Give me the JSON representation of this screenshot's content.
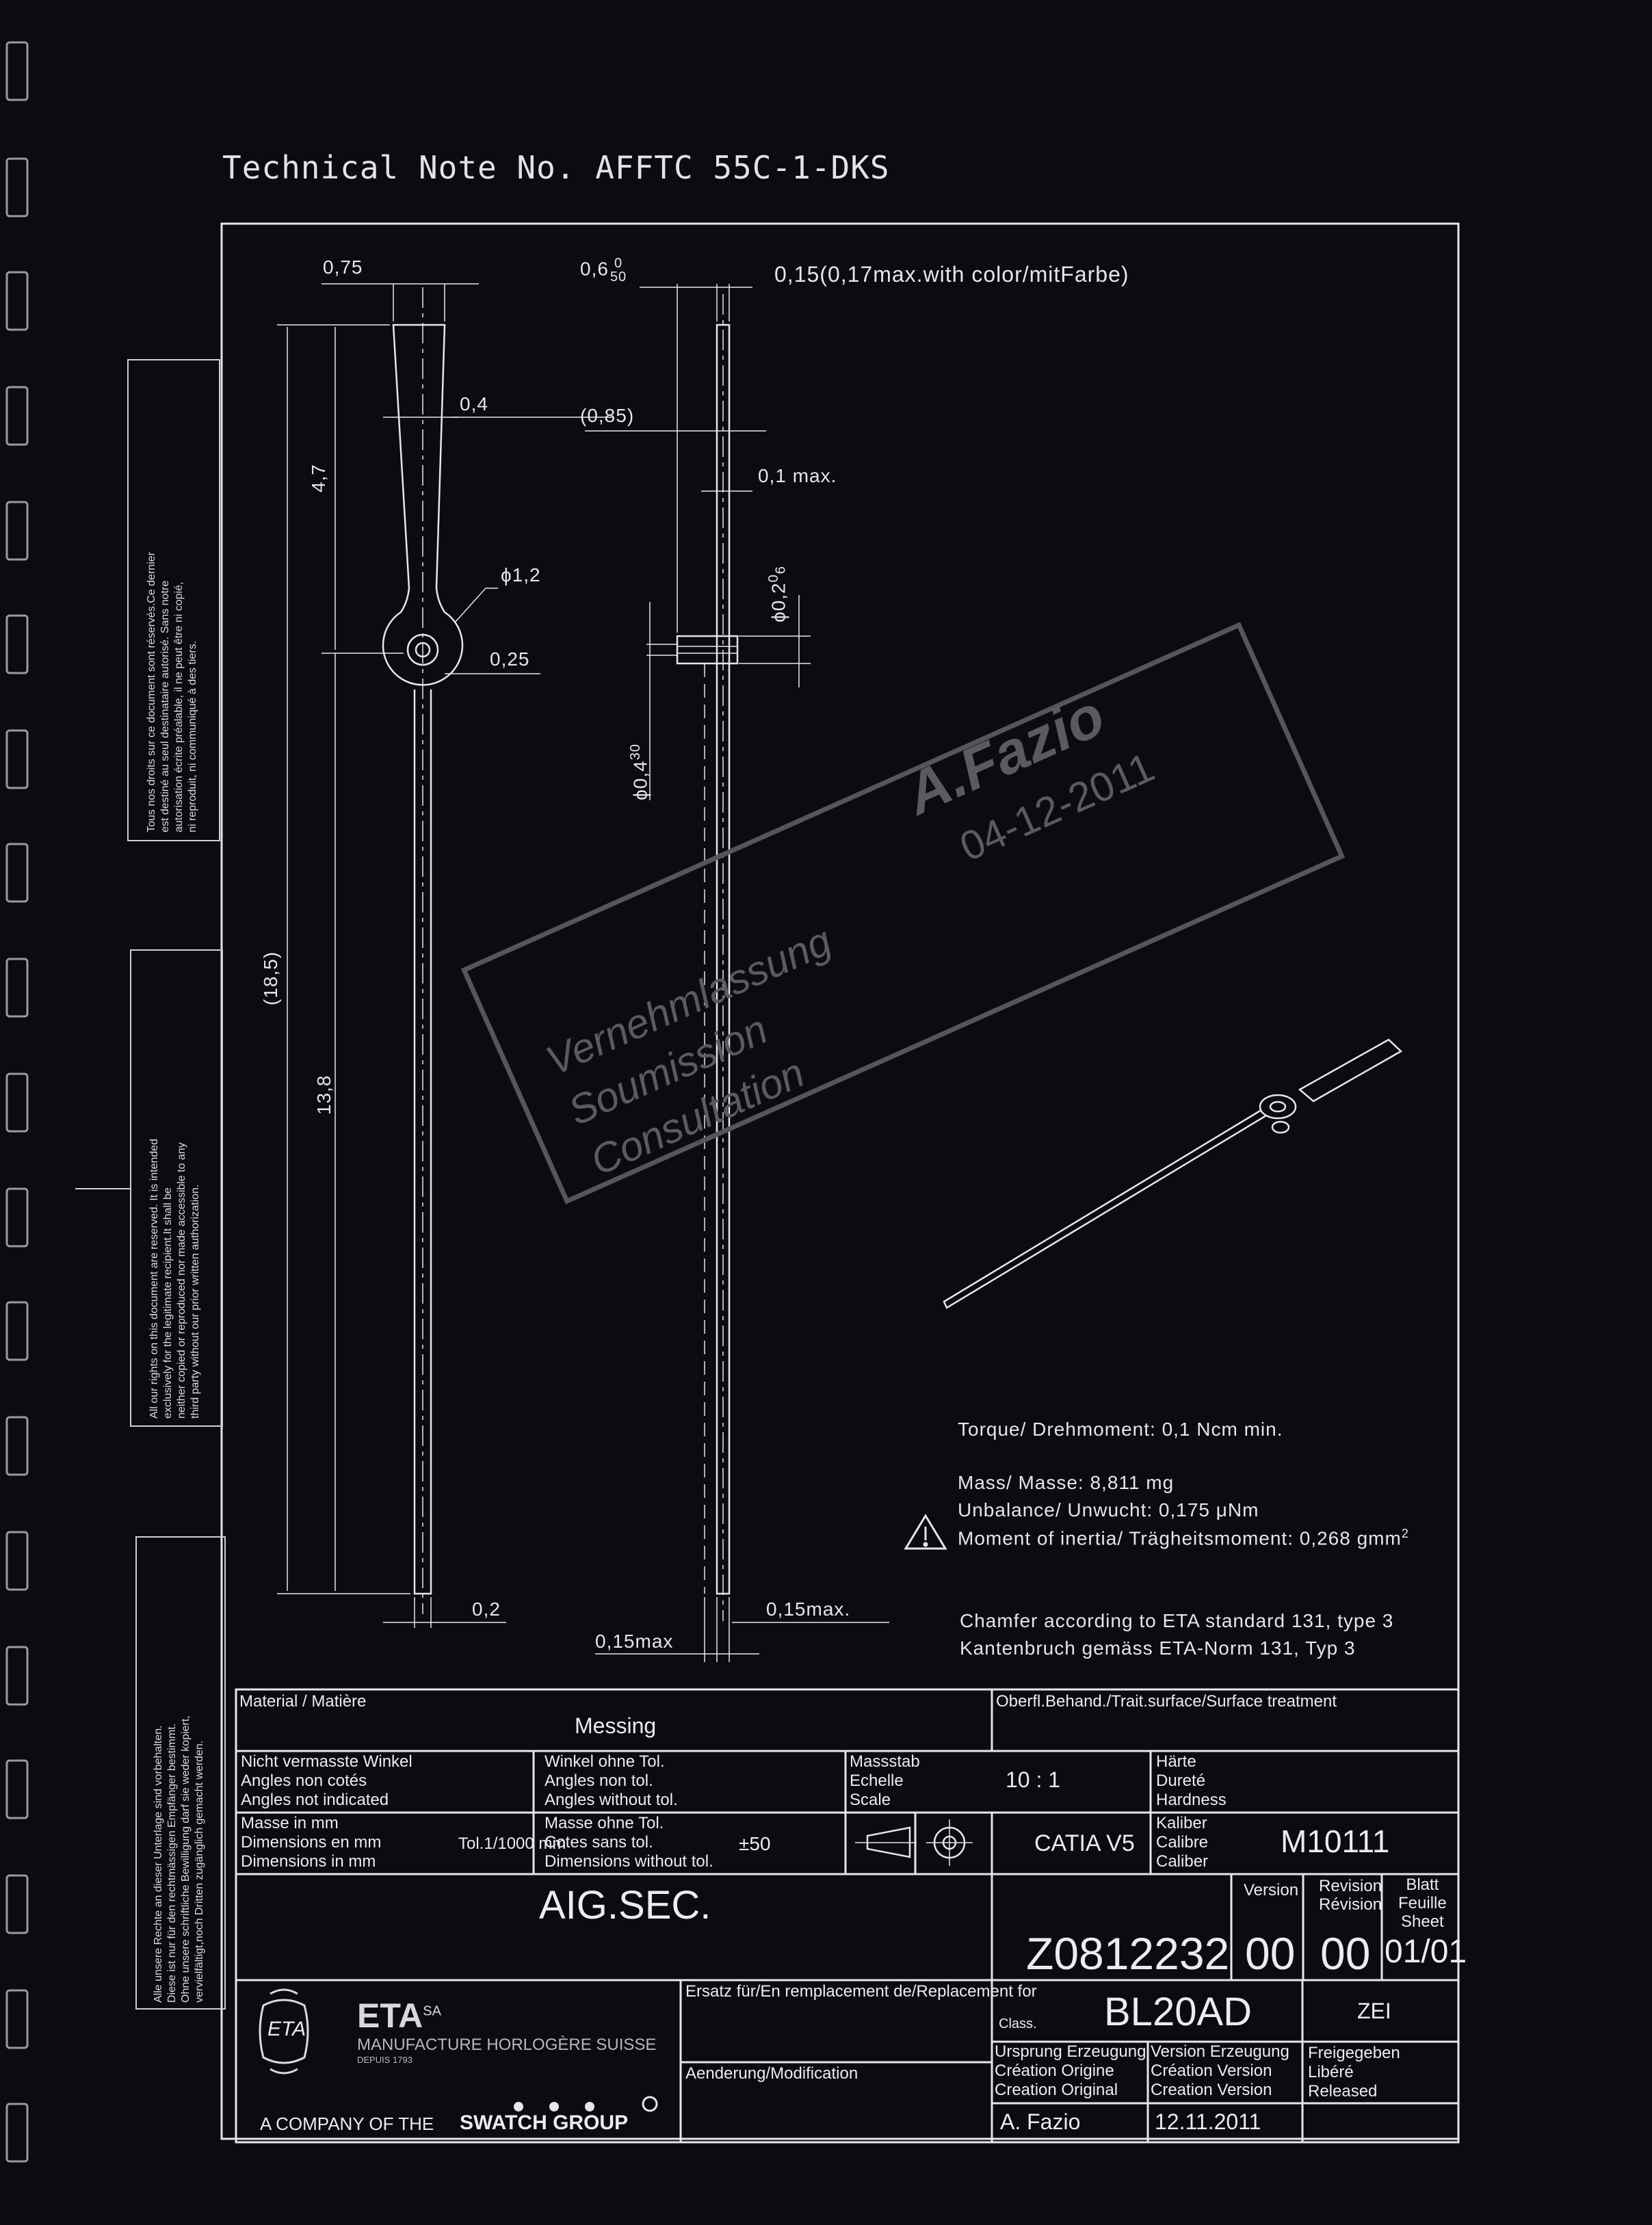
{
  "header": {
    "title": "Technical Note No. AFFTC 55C-1-DKS"
  },
  "dimensions": {
    "d075": "0,75",
    "d04": "0,4",
    "d47": "4,7",
    "phi12": "ϕ1,2",
    "d025": "0,25",
    "d185": "(18,5)",
    "d138": "13,8",
    "d02": "0,2",
    "d06": "0,6",
    "d06_upper": "0",
    "d06_lower": "50",
    "d015top": "0,15(0,17max.with color/mitFarbe)",
    "d085": "(0,85)",
    "d01max": "0,1 max.",
    "phi02": "ϕ0,2",
    "phi02_sup": "0",
    "phi02_sub": "6",
    "phi04": "ϕ0,4",
    "phi04_sup": "30",
    "d015max_a": "0,15max.",
    "d015max_b": "0,15max"
  },
  "stamp": {
    "name": "A.Fazio",
    "date": "04-12-2011",
    "line1": "Vernehmlassung",
    "line2": "Soumission",
    "line3": "Consultation"
  },
  "specs": {
    "torque": "Torque/ Drehmoment: 0,1 Ncm min.",
    "mass": "Mass/ Masse: 8,811 mg",
    "unbalance": "Unbalance/ Unwucht: 0,175 μNm",
    "inertia": "Moment of inertia/ Trägheitsmoment: 0,268 gmm",
    "inertia_sup": "2",
    "chamfer_en": "Chamfer according to ETA standard 131, type 3",
    "chamfer_de": "Kantenbruch gemäss ETA-Norm 131, Typ 3"
  },
  "side_notes": {
    "fr": "Tous nos droits sur ce document sont réservés.Ce dernier\nest destiné au seul destinataire autorisé. Sans notre\nautorisation écrite préalable, il ne peut être ni copié,\nni reproduit, ni communiqué à des tiers.",
    "en": "All our rights on this document are reserved. It is intended\nexclusively for the legitimate recipient.It shall be\nneither copied or reproduced nor made accessible to any\nthird party without our prior written authorization.",
    "de": "Alle unsere Rechte an dieser Unterlage sind vorbehalten.\nDiese ist nur für den rechtmässigen Empfänger bestimmt.\nOhne unsere schriftliche Bewilligung darf sie weder kopiert,\nvervielfältigt,noch Dritten zugänglich gemacht werden."
  },
  "title_block": {
    "material_label": "Material / Matière",
    "material_value": "Messing",
    "surface_label": "Oberfl.Behand./Trait.surface/Surface treatment",
    "angles_label": "Nicht vermasste Winkel\nAngles non cotés\nAngles not indicated",
    "angles_tol_label": "Winkel ohne Tol.\nAngles non tol.\nAngles without tol.",
    "scale_label": "Massstab\nEchelle\nScale",
    "scale_value": "10 : 1",
    "hardness_label": "Härte\nDureté\nHardness",
    "dims_label": "Masse in mm\nDimensions en mm\nDimensions in mm",
    "tol": "Tol.1/1000 mm",
    "dims_tol_label": "Masse ohne Tol.\nCotes sans tol.\nDimensions without tol.",
    "dims_tol_value": "±50",
    "cad": "CATIA V5",
    "caliber_label": "Kaliber\nCalibre\nCaliber",
    "caliber_value": "M10111",
    "part_name": "AIG.SEC.",
    "version_label": "Version",
    "revision_label": "Revision\nRévision",
    "sheet_label": "Blatt\nFeuille\nSheet",
    "part_number": "Z0812232",
    "version_value": "00",
    "revision_value": "00",
    "sheet_value": "01/01",
    "company": "ETA",
    "company_sup": "SA",
    "company_sub": "MANUFACTURE HORLOGÈRE SUISSE",
    "since": "DEPUIS 1793",
    "group_prefix": "A COMPANY OF THE",
    "group_name": "SWATCH GROUP",
    "logo_letters": "ETA",
    "replacement_label": "Ersatz für/En remplacement de/Replacement for",
    "class_label": "Class.",
    "class_value": "BL20AD",
    "class_code": "ZEI",
    "modification_label": "Aenderung/Modification",
    "origin_label": "Ursprung Erzeugung\nCréation Origine\nCreation Original",
    "version_creation_label": "Version Erzeugung\nCréation Version\nCreation Version",
    "released_label": "Freigegeben\nLibéré\nReleased",
    "author": "A. Fazio",
    "date": "12.11.2011"
  },
  "colors": {
    "background": "#0b0c10",
    "lines": "#e6e6e8",
    "stamp": "#5a5a60"
  }
}
